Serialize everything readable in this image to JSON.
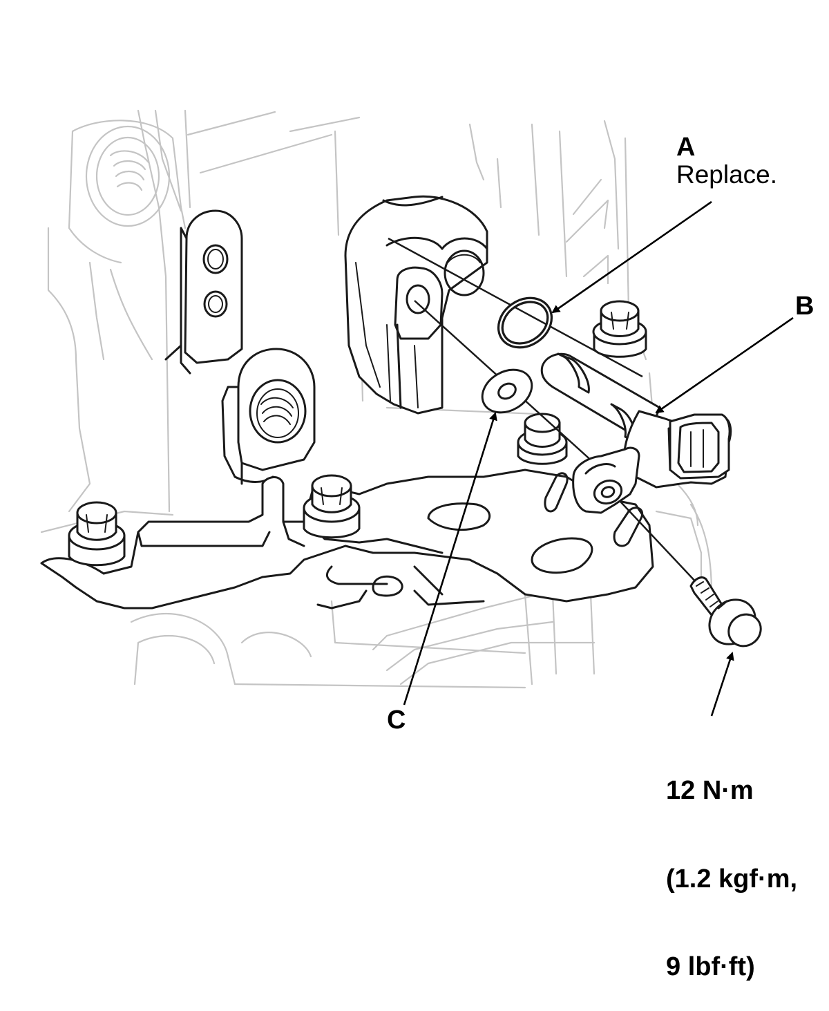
{
  "callouts": {
    "a": {
      "letter": "A",
      "note": "Replace."
    },
    "b": {
      "letter": "B"
    },
    "c": {
      "letter": "C"
    }
  },
  "torque_spec": {
    "line1": "12 N·m",
    "line2": "(1.2 kgf·m,",
    "line3": "9 lbf·ft)"
  },
  "colors": {
    "line_work": "#1a1a1a",
    "background_line_work": "#c4c4c4",
    "text": "#000000",
    "background": "#ffffff"
  }
}
